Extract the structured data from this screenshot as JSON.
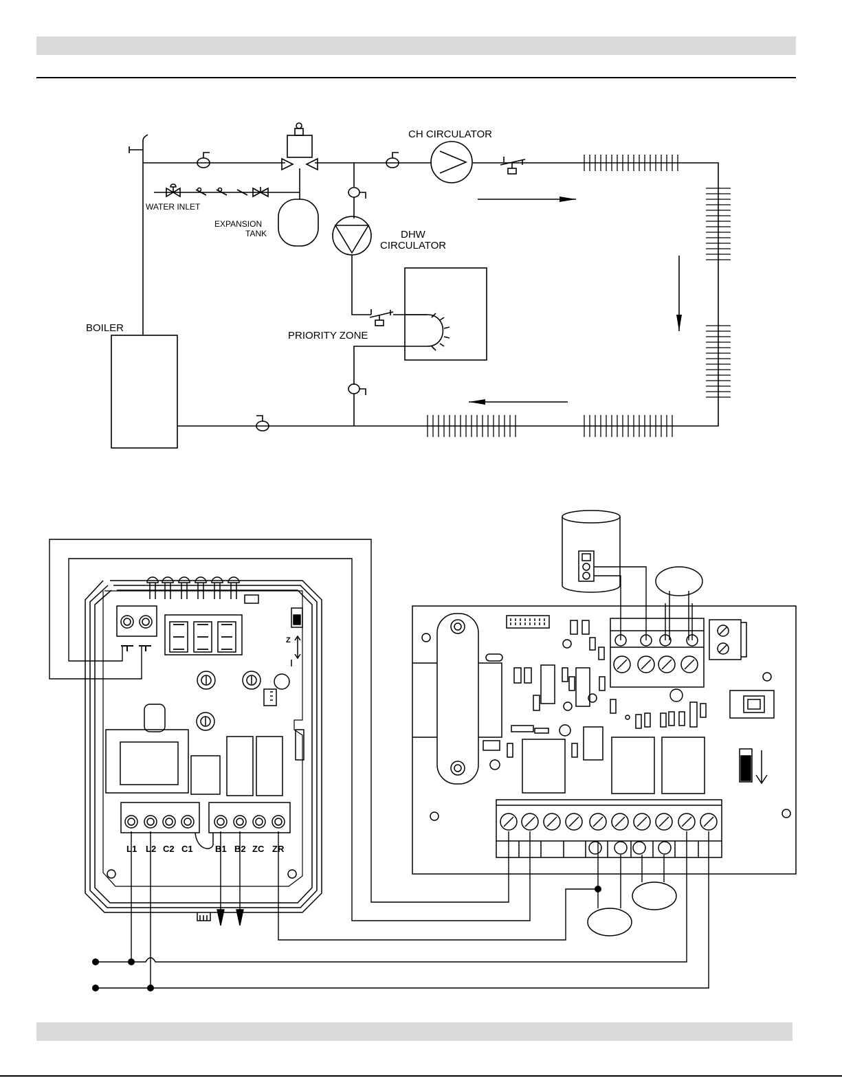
{
  "piping": {
    "labels": {
      "ch_circulator": "CH CIRCULATOR",
      "water_inlet": "WATER INLET",
      "expansion_line1": "EXPANSION",
      "expansion_line2": "TANK",
      "dhw_line1": "DHW",
      "dhw_line2": "CIRCULATOR",
      "boiler": "BOILER",
      "priority_zone": "PRIORITY ZONE"
    }
  },
  "wiring": {
    "terminal_labels": [
      "L1",
      "L2",
      "C2",
      "C1",
      "B1",
      "B2",
      "ZC",
      "ZR"
    ],
    "switch_mark": "Z"
  },
  "colors": {
    "line": "#000000",
    "bar": "#d9d9d9"
  }
}
